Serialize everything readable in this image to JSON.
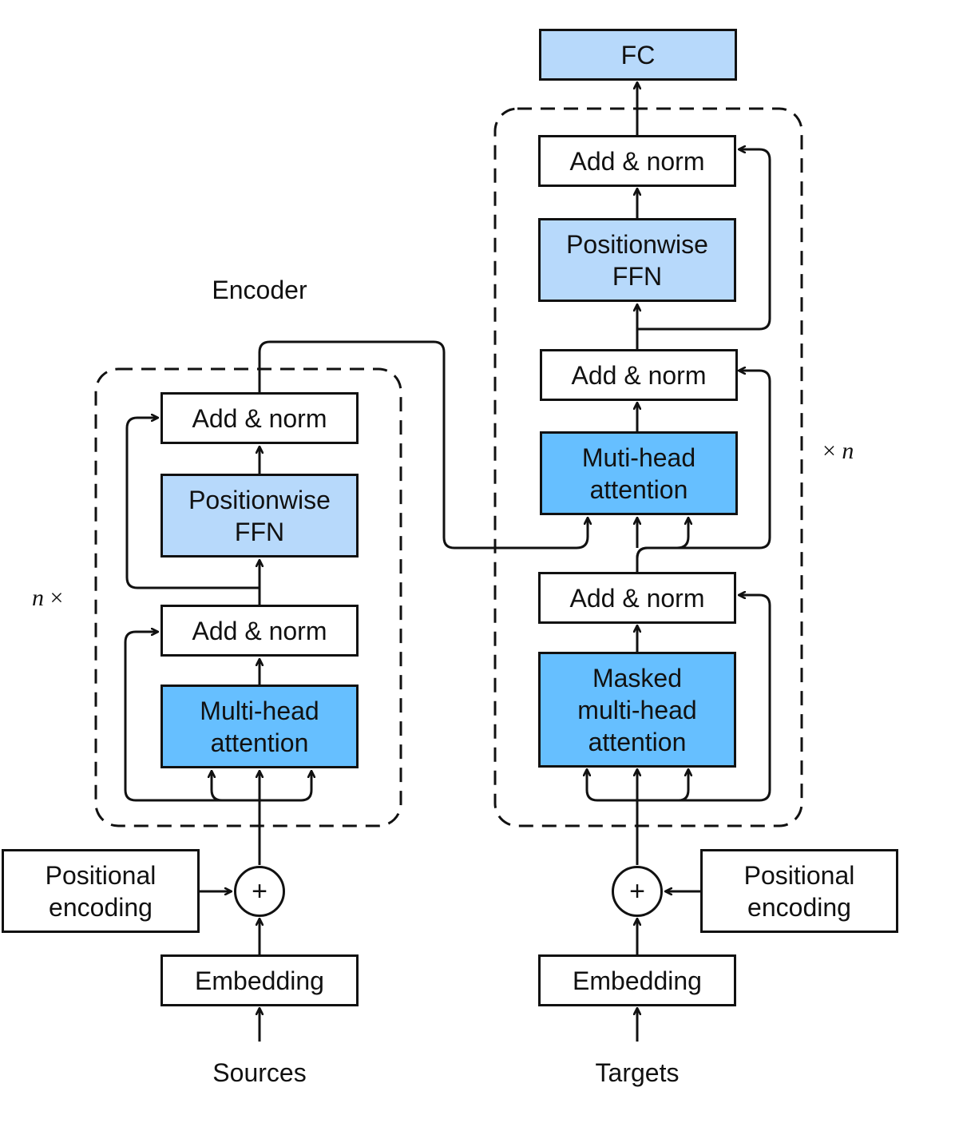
{
  "encoder": {
    "title": "Encoder",
    "repeat_label": "n",
    "repeat_symbol": "×",
    "add_norm_top": "Add & norm",
    "ffn": "Positionwise\nFFN",
    "add_norm_bottom": "Add & norm",
    "attention": "Multi-head\nattention",
    "positional_encoding": "Positional\nencoding",
    "plus": "+",
    "embedding": "Embedding",
    "input": "Sources"
  },
  "decoder": {
    "fc": "FC",
    "repeat_label": "n",
    "repeat_symbol": "×",
    "add_norm_top": "Add & norm",
    "ffn": "Positionwise\nFFN",
    "add_norm_middle": "Add & norm",
    "cross_attention": "Muti-head\nattention",
    "add_norm_bottom": "Add & norm",
    "masked_attention": "Masked\nmulti-head\nattention",
    "positional_encoding": "Positional\nencoding",
    "plus": "+",
    "embedding": "Embedding",
    "input": "Targets"
  },
  "colors": {
    "light_blue": "#b7d9fb",
    "blue": "#66bfff",
    "stroke": "#111111"
  }
}
